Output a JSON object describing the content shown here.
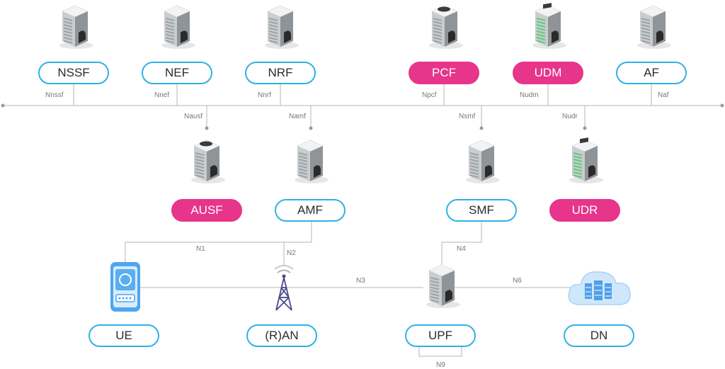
{
  "colors": {
    "standard_border": "#2fb1e8",
    "highlight_fill": "#e6358b",
    "line": "#b4b4b4",
    "text": "#2b2b2b"
  },
  "top_functions": [
    {
      "id": "nssf",
      "label": "NSSF",
      "interface": "Nnssf",
      "highlight": false,
      "icon": "server-icon"
    },
    {
      "id": "nef",
      "label": "NEF",
      "interface": "Nnef",
      "highlight": false,
      "icon": "server-icon"
    },
    {
      "id": "nrf",
      "label": "NRF",
      "interface": "Nnrf",
      "highlight": false,
      "icon": "server-icon"
    },
    {
      "id": "pcf",
      "label": "PCF",
      "interface": "Npcf",
      "highlight": true,
      "icon": "server-icon"
    },
    {
      "id": "udm",
      "label": "UDM",
      "interface": "Nudm",
      "highlight": true,
      "icon": "server-icon"
    },
    {
      "id": "af",
      "label": "AF",
      "interface": "Naf",
      "highlight": false,
      "icon": "server-icon"
    }
  ],
  "mid_functions": [
    {
      "id": "ausf",
      "label": "AUSF",
      "interface": "Nausf",
      "highlight": true,
      "icon": "server-icon"
    },
    {
      "id": "amf",
      "label": "AMF",
      "interface": "Namf",
      "highlight": false,
      "icon": "server-icon"
    },
    {
      "id": "smf",
      "label": "SMF",
      "interface": "Nsmf",
      "highlight": false,
      "icon": "server-icon"
    },
    {
      "id": "udr",
      "label": "UDR",
      "interface": "Nudr",
      "highlight": true,
      "icon": "server-icon"
    }
  ],
  "bottom_nodes": [
    {
      "id": "ue",
      "label": "UE",
      "icon": "phone-icon"
    },
    {
      "id": "ran",
      "label": "(R)AN",
      "icon": "antenna-tower-icon"
    },
    {
      "id": "upf",
      "label": "UPF",
      "icon": "server-icon"
    },
    {
      "id": "dn",
      "label": "DN",
      "icon": "cloud-data-icon"
    }
  ],
  "links": {
    "n1": "N1",
    "n2": "N2",
    "n3": "N3",
    "n4": "N4",
    "n6": "N6",
    "n9": "N9"
  }
}
